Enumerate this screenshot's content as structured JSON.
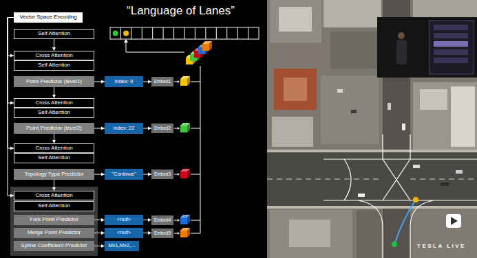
{
  "diagram": {
    "title": "“Language of Lanes”",
    "nodes": [
      {
        "text": [
          "Vector Space Encoding"
        ]
      },
      {
        "text": [
          "Self Attention"
        ]
      },
      {
        "text": [
          "Cross Attention"
        ]
      },
      {
        "text": [
          "Self Attention"
        ]
      },
      {
        "text": [
          "Point Predictor (level1)"
        ]
      },
      {
        "text": [
          "index: 9"
        ]
      },
      {
        "text": [
          "Embed1"
        ]
      },
      {
        "text": [
          "Cross Attention"
        ]
      },
      {
        "text": [
          "Self Attention"
        ]
      },
      {
        "text": [
          "Point Predictor (level2)"
        ]
      },
      {
        "text": [
          "index: 22"
        ]
      },
      {
        "text": [
          "Embed2"
        ]
      },
      {
        "text": [
          "Cross Attention"
        ]
      },
      {
        "text": [
          "Self Attention"
        ]
      },
      {
        "text": [
          "Topology Type Predictor"
        ]
      },
      {
        "text": [
          "\"Continue\""
        ]
      },
      {
        "text": [
          "Embed3"
        ]
      },
      {
        "text": [
          "Cross Attention"
        ]
      },
      {
        "text": [
          "Self Attention"
        ]
      },
      {
        "text": [
          "Fork Point Predictor"
        ]
      },
      {
        "text": [
          "<null>"
        ]
      },
      {
        "text": [
          "Embed4"
        ]
      },
      {
        "text": [
          "Merge Point Predictor"
        ]
      },
      {
        "text": [
          "<null>"
        ]
      },
      {
        "text": [
          "Embed5"
        ]
      },
      {
        "text": [
          "Spline Coefficient Predictor"
        ]
      },
      {
        "text": [
          "Mx1,Mx2,..."
        ]
      }
    ],
    "edges": [
      {
        "from": 0,
        "to": 2,
        "arrow": "to"
      },
      {
        "from": 0,
        "to": 7,
        "arrow": "to"
      },
      {
        "from": 0,
        "to": 12,
        "arrow": "to"
      },
      {
        "from": 0,
        "to": 17,
        "arrow": "to"
      },
      {
        "from": 1,
        "to": 2,
        "arrow": "to"
      },
      {
        "from": 4,
        "to": 7,
        "arrow": "to"
      },
      {
        "from": 9,
        "to": 12,
        "arrow": "to"
      },
      {
        "from": 14,
        "to": 17,
        "arrow": "to"
      },
      {
        "from": 4,
        "to": 5,
        "arrow": "to"
      },
      {
        "from": 5,
        "to": 6,
        "arrow": "to"
      },
      {
        "from": 9,
        "to": 10,
        "arrow": "to"
      },
      {
        "from": 10,
        "to": 11,
        "arrow": "to"
      },
      {
        "from": 14,
        "to": 15,
        "arrow": "to"
      },
      {
        "from": 15,
        "to": 16,
        "arrow": "to"
      },
      {
        "from": 19,
        "to": 20,
        "arrow": "to"
      },
      {
        "from": 20,
        "to": 21,
        "arrow": "to"
      },
      {
        "from": 22,
        "to": 23,
        "arrow": "to"
      },
      {
        "from": 23,
        "to": 24,
        "arrow": "to"
      },
      {
        "from": 25,
        "to": 26,
        "arrow": "to"
      }
    ],
    "labels": [
      "TESLA LIVE"
    ]
  }
}
